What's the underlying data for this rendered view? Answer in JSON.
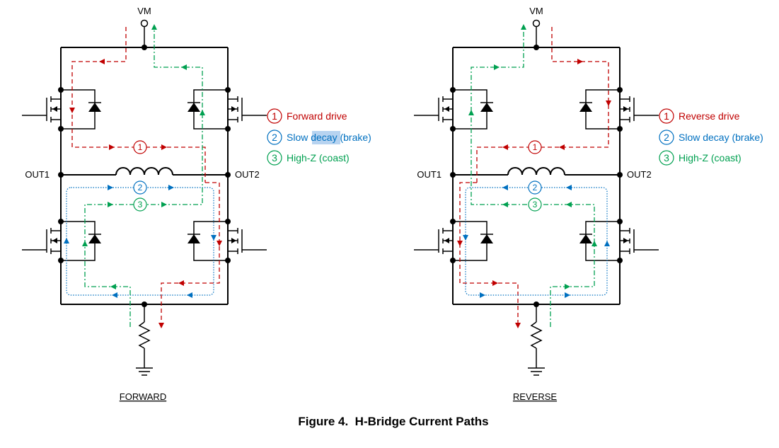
{
  "colors": {
    "forward": "#c00000",
    "slow": "#0070c0",
    "highz": "#00a050",
    "highlight": "#b7d3f0"
  },
  "supply_label": "VM",
  "out1_label": "OUT1",
  "out2_label": "OUT2",
  "path_numbers": [
    "1",
    "2",
    "3"
  ],
  "forward_diagram": {
    "caption": "FORWARD",
    "legend": [
      {
        "num": "1",
        "text": "Forward drive"
      },
      {
        "num": "2",
        "text_before": "Slow ",
        "highlight": "decay",
        "text_after": " (brake)"
      },
      {
        "num": "3",
        "text": "High-Z (coast)"
      }
    ]
  },
  "reverse_diagram": {
    "caption": "REVERSE",
    "legend": [
      {
        "num": "1",
        "text": "Reverse drive"
      },
      {
        "num": "2",
        "text": "Slow decay (brake)"
      },
      {
        "num": "3",
        "text": "High-Z (coast)"
      }
    ]
  },
  "figure_title": "Figure 4.  H-Bridge Current Paths"
}
